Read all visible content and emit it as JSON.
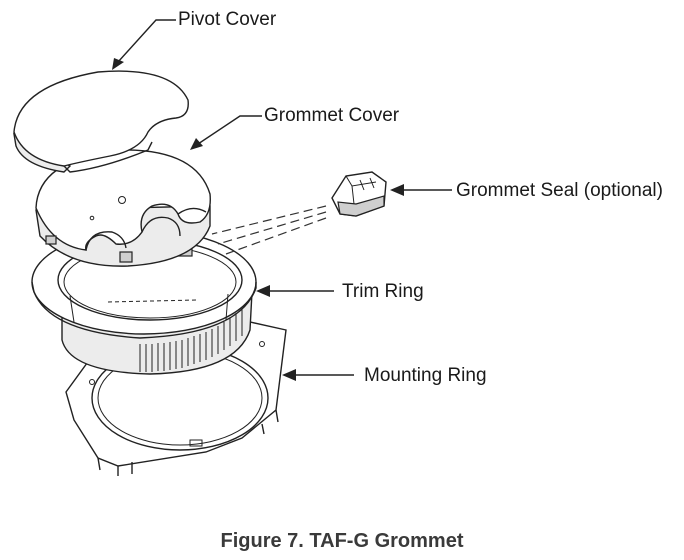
{
  "callouts": {
    "pivot_cover": "Pivot Cover",
    "grommet_cover": "Grommet Cover",
    "grommet_seal": "Grommet Seal (optional)",
    "trim_ring": "Trim Ring",
    "mounting_ring": "Mounting Ring"
  },
  "caption": "Figure 7. TAF-G Grommet"
}
